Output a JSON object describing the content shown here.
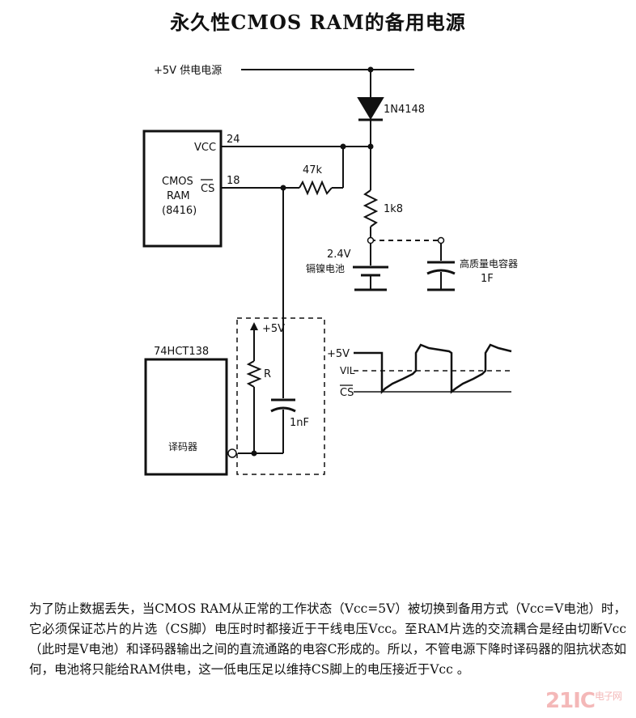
{
  "title": "永久性CMOS RAM的备用电源",
  "labels": {
    "supply": "+5V 供电电源",
    "diode": "1N4148",
    "ram_pin_vcc": "24",
    "ram_pin_cs": "18",
    "ram_vcc": "VCC",
    "ram_cs": "CS",
    "ram_name1": "CMOS",
    "ram_name2": "RAM",
    "ram_name3": "(8416)",
    "r47k": "47k",
    "r1k8": "1k8",
    "battery_v": "2.4V",
    "battery_name": "镉镍电池",
    "cap_name": "高质量电容器",
    "cap_val": "1F",
    "decoder_part": "74HCT138",
    "decoder_name": "译码器",
    "pullup": "+5V",
    "r_label": "R",
    "c_label": "1nF",
    "wave_5v": "+5V",
    "wave_vil": "VIL",
    "wave_cs": "CS"
  },
  "description": "为了防止数据丢失，当CMOS RAM从正常的工作状态（Vcc=5V）被切换到备用方式（Vcc=V电池）时，它必须保证芯片的片选（CS脚）电压时时都接近于干线电压Vcc。至RAM片选的交流耦合是经由切断Vcc（此时是V电池）和译码器输出之间的直流通路的电容C形成的。所以，不管电源下降时译码器的阻抗状态如何，电池将只能给RAM供电，这一低电压足以维持CS脚上的电压接近于Vcc 。",
  "watermark": "21IC",
  "watermark_sub": "电子网"
}
